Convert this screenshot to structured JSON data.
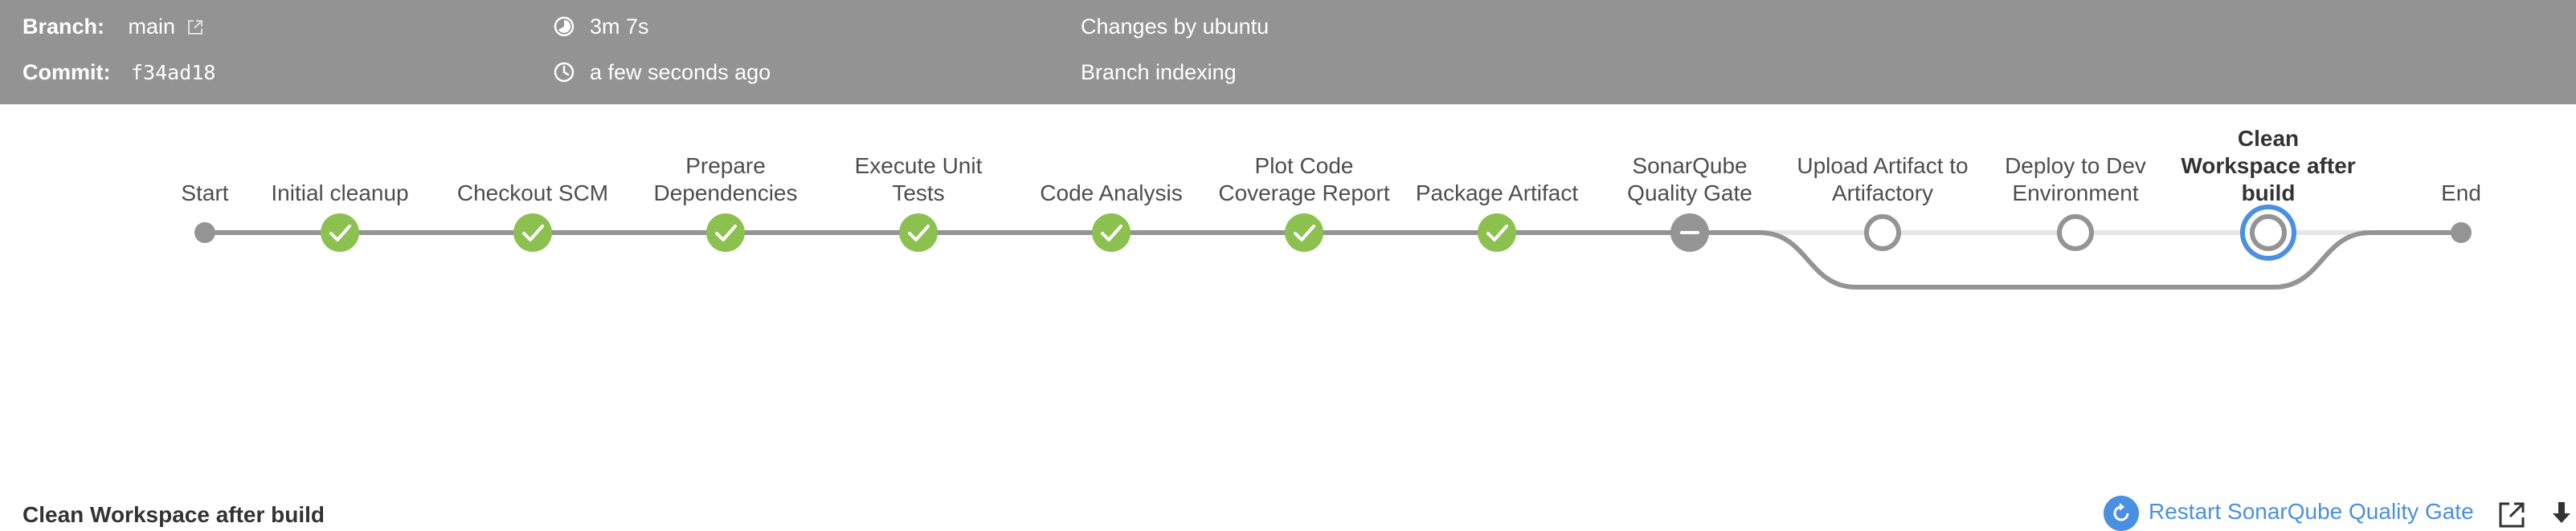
{
  "header": {
    "branch_label": "Branch:",
    "branch_value": "main",
    "commit_label": "Commit:",
    "commit_value": "f34ad18",
    "duration": "3m 7s",
    "time_ago": "a few seconds ago",
    "changes": "Changes by ubuntu",
    "cause": "Branch indexing"
  },
  "pipeline": {
    "colors": {
      "success": "#8cc04f",
      "skipped": "#949494",
      "selected": "#4a90e2",
      "line": "#949494",
      "line_faded": "#e6e6e6"
    },
    "stages": [
      {
        "label": "Start",
        "status": "node"
      },
      {
        "label": "Initial cleanup",
        "status": "success"
      },
      {
        "label": "Checkout SCM",
        "status": "success"
      },
      {
        "label": "Prepare Dependencies",
        "status": "success"
      },
      {
        "label": "Execute Unit Tests",
        "status": "success"
      },
      {
        "label": "Code Analysis",
        "status": "success"
      },
      {
        "label": "Plot Code Coverage Report",
        "status": "success"
      },
      {
        "label": "Package Artifact",
        "status": "success"
      },
      {
        "label": "SonarQube Quality Gate",
        "status": "aborted"
      },
      {
        "label": "Upload Artifact to Artifactory",
        "status": "not-built"
      },
      {
        "label": "Deploy to Dev Environment",
        "status": "not-built"
      },
      {
        "label": "Clean Workspace after build",
        "status": "not-built",
        "selected": true
      },
      {
        "label": "End",
        "status": "node"
      }
    ]
  },
  "details": {
    "title": "Clean Workspace after build",
    "restart_label": "Restart SonarQube Quality Gate"
  },
  "icons": {
    "branch_link": "external-link-icon",
    "duration": "pie-clock-icon",
    "time": "clock-icon",
    "restart": "restart-icon",
    "open": "open-in-new-icon",
    "download": "download-icon"
  }
}
